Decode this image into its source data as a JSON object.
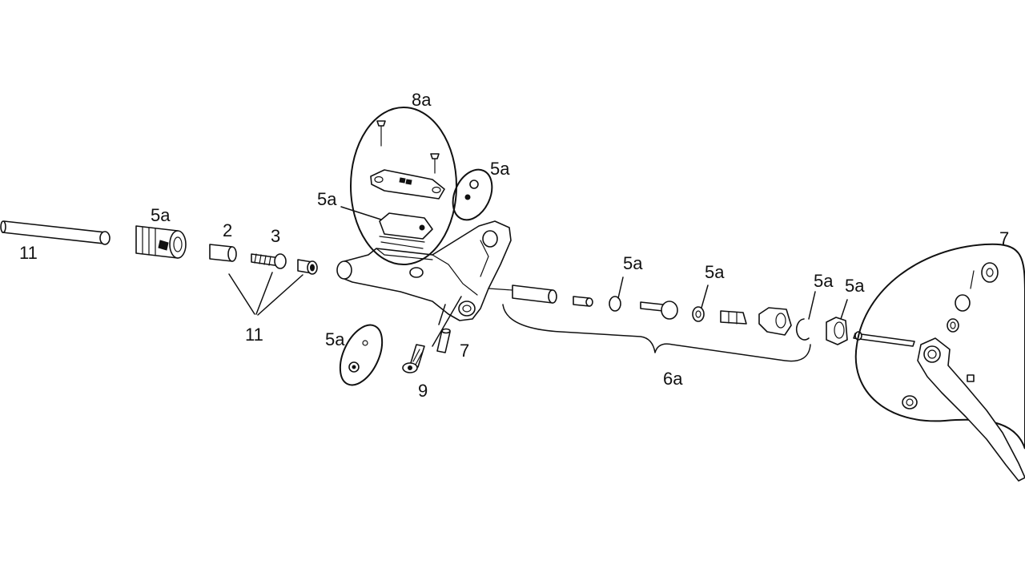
{
  "labels": {
    "l_11_left": "11",
    "l_5a_grip": "5a",
    "l_2": "2",
    "l_3": "3",
    "l_11_bottom": "11",
    "l_8a": "8a",
    "l_5a_cap": "5a",
    "l_5a_top": "5a",
    "l_5a_bleed": "5a",
    "l_9": "9",
    "l_7_pin": "7",
    "l_5a_piston": "5a",
    "l_5a_seal": "5a",
    "l_5a_clip": "5a",
    "l_5a_boot": "5a",
    "l_6a": "6a",
    "l_7_lever": "7"
  }
}
